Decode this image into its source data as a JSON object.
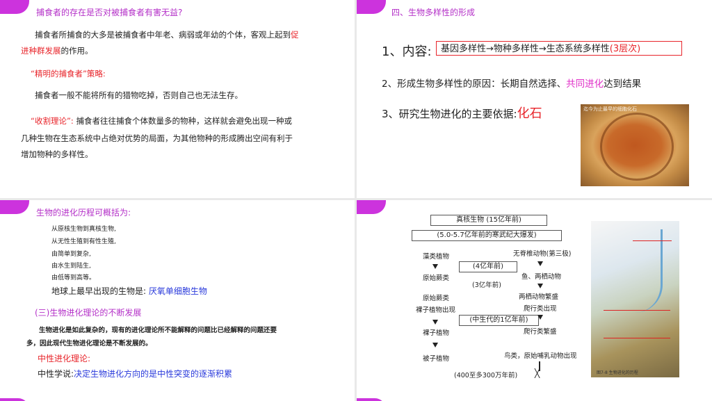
{
  "slide1": {
    "heading": "捕食者的存在是否对被捕食者有害无益?",
    "para1_a": "捕食者所捕食的大多是被捕食者中年老、病弱或年幼的个体，客观上起到",
    "para1_red1": "促",
    "para1_red2": "进种群发展",
    "para1_b": "的作用。",
    "strategy_title": "“精明的捕食者”策略:",
    "strategy_text": "捕食者一般不能将所有的猎物吃掉，否则自己也无法生存。",
    "crop_title": "“收割理论”:",
    "crop_line1": "捕食者往往捕食个体数量多的物种，这样就会避免出现一种或",
    "crop_line2": "几种生物在生态系统中占绝对优势的局面，为其他物种的形成腾出空间有利于",
    "crop_line3": "增加物种的多样性。"
  },
  "slide2": {
    "heading": "四、生物多样性的形成",
    "item1_label": "1、内容:",
    "item1_box": "基因多样性→物种多样性→生态系统多样性",
    "item1_box_paren": "(3层次)",
    "item2_a": "2、形成生物多样性的原因：长期自然选择、",
    "item2_mag": "共同进化",
    "item2_b": "达到结果",
    "item3_a": "3、研究生物进化的主要依据:",
    "item3_red": "化石",
    "fossil_caption": "迄今为止最早的细胞化石"
  },
  "slide3": {
    "heading": "生物的进化历程可概括为:",
    "list": [
      "从原核生物到真核生物,",
      "从无性生殖到有性生殖,",
      "由简单到复杂,",
      "由水生到陆生,",
      "由低等到高等。"
    ],
    "earliest_a": "地球上最早出现的生物是:",
    "earliest_b": "厌氧单细胞生物",
    "section3": "(三)生物进化理论的不断发展",
    "bold_line1": "生物进化是如此复杂的，现有的进化理论所不能解释的问题比已经解释的问题还要",
    "bold_line2": "多，因此现代生物进化理论是不断发展的。",
    "neutral_title": "中性进化理论:",
    "neutral_a": "中性学说:",
    "neutral_b": "决定生物进化方向的是中性突变的逐渐积累"
  },
  "slide4": {
    "top_box": "真核生物 (15亿年前)",
    "second_box": "(5.0-5.7亿年前的寒武纪大爆发)",
    "left": [
      "藻类植物",
      "原始蕨类",
      "原始蕨类",
      "裸子植物出现",
      "裸子植物",
      "被子植物"
    ],
    "right": [
      "无脊椎动物(第三极)",
      "鱼、两栖动物",
      "两栖动物繁盛",
      "爬行类出现",
      "爬行类繁盛",
      "鸟类，原始哺乳动物出现"
    ],
    "mid1": "(4亿年前)",
    "mid2": "(3亿年前)",
    "mid3": "(中生代的1亿年前)",
    "bottom": "(400至多300万年前)",
    "img_caption": "图7-8 生物进化的历程"
  }
}
